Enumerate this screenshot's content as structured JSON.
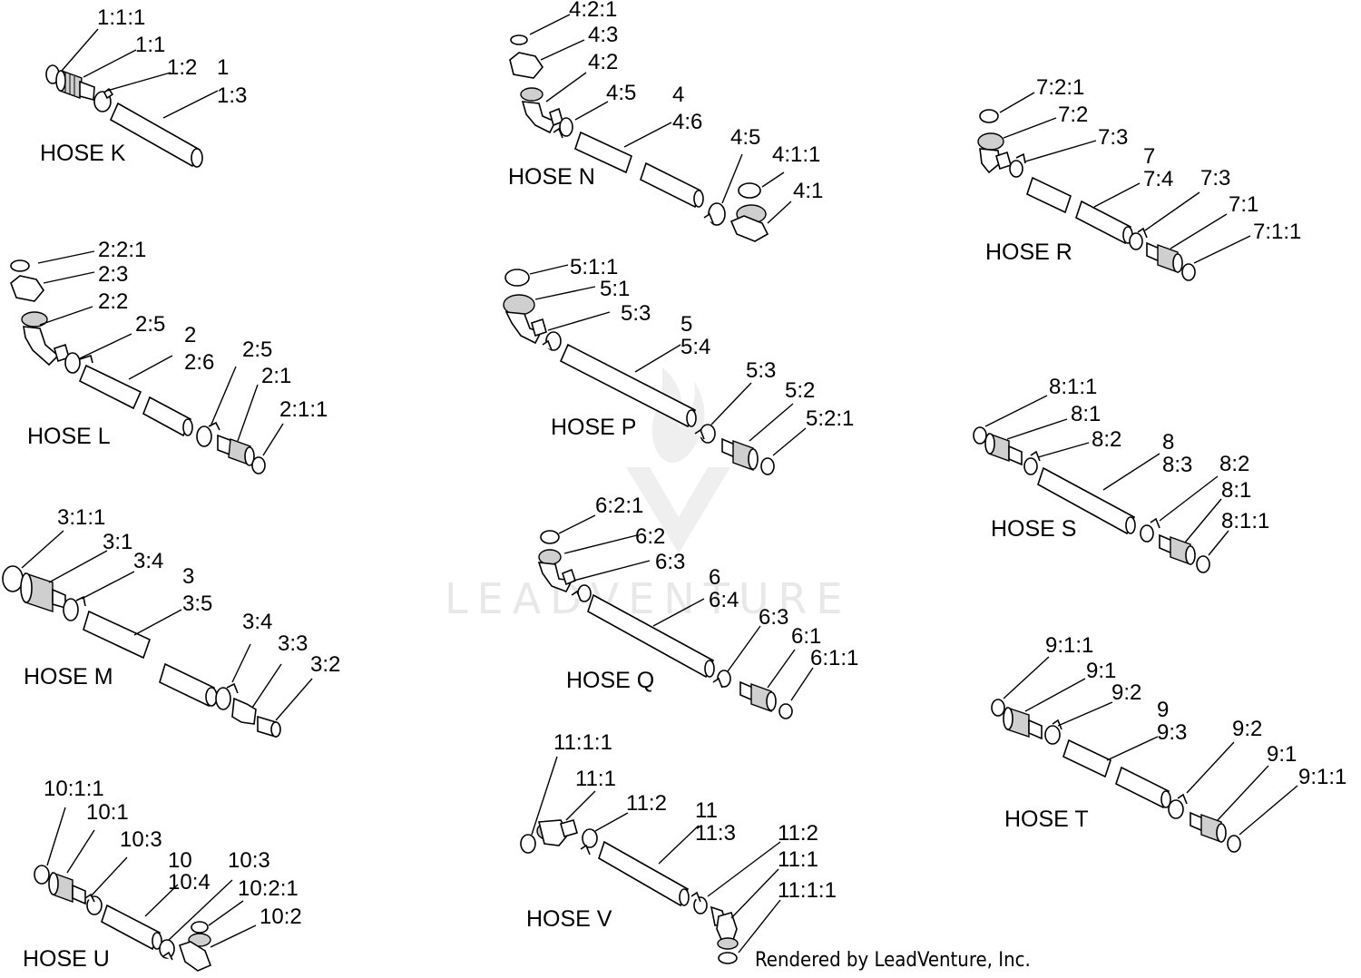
{
  "watermark": "LEADVENTURE",
  "credit": "Rendered by LeadVenture, Inc.",
  "hoses": {
    "K": {
      "name": "HOSE K",
      "labels": [
        "1:1:1",
        "1:1",
        "1:2",
        "1",
        "1:3"
      ]
    },
    "L": {
      "name": "HOSE L",
      "labels": [
        "2:2:1",
        "2:3",
        "2:2",
        "2:5",
        "2",
        "2:6",
        "2:5",
        "2:1",
        "2:1:1"
      ]
    },
    "M": {
      "name": "HOSE M",
      "labels": [
        "3:1:1",
        "3:1",
        "3:4",
        "3",
        "3:5",
        "3:4",
        "3:3",
        "3:2"
      ]
    },
    "U": {
      "name": "HOSE U",
      "labels": [
        "10:1:1",
        "10:1",
        "10:3",
        "10",
        "10:4",
        "10:3",
        "10:2:1",
        "10:2"
      ]
    },
    "N": {
      "name": "HOSE N",
      "labels": [
        "4:2:1",
        "4:3",
        "4:2",
        "4:5",
        "4",
        "4:6",
        "4:5",
        "4:1:1",
        "4:1"
      ]
    },
    "P": {
      "name": "HOSE P",
      "labels": [
        "5:1:1",
        "5:1",
        "5:3",
        "5",
        "5:4",
        "5:3",
        "5:2",
        "5:2:1"
      ]
    },
    "Q": {
      "name": "HOSE Q",
      "labels": [
        "6:2:1",
        "6:2",
        "6:3",
        "6",
        "6:4",
        "6:3",
        "6:1",
        "6:1:1"
      ]
    },
    "V": {
      "name": "HOSE V",
      "labels": [
        "11:1:1",
        "11:1",
        "11:2",
        "11",
        "11:3",
        "11:2",
        "11:1",
        "11:1:1"
      ]
    },
    "R": {
      "name": "HOSE R",
      "labels": [
        "7:2:1",
        "7:2",
        "7:3",
        "7",
        "7:4",
        "7:3",
        "7:1",
        "7:1:1"
      ]
    },
    "S": {
      "name": "HOSE S",
      "labels": [
        "8:1:1",
        "8:1",
        "8:2",
        "8",
        "8:3",
        "8:2",
        "8:1",
        "8:1:1"
      ]
    },
    "T": {
      "name": "HOSE T",
      "labels": [
        "9:1:1",
        "9:1",
        "9:2",
        "9",
        "9:3",
        "9:2",
        "9:1",
        "9:1:1"
      ]
    }
  }
}
